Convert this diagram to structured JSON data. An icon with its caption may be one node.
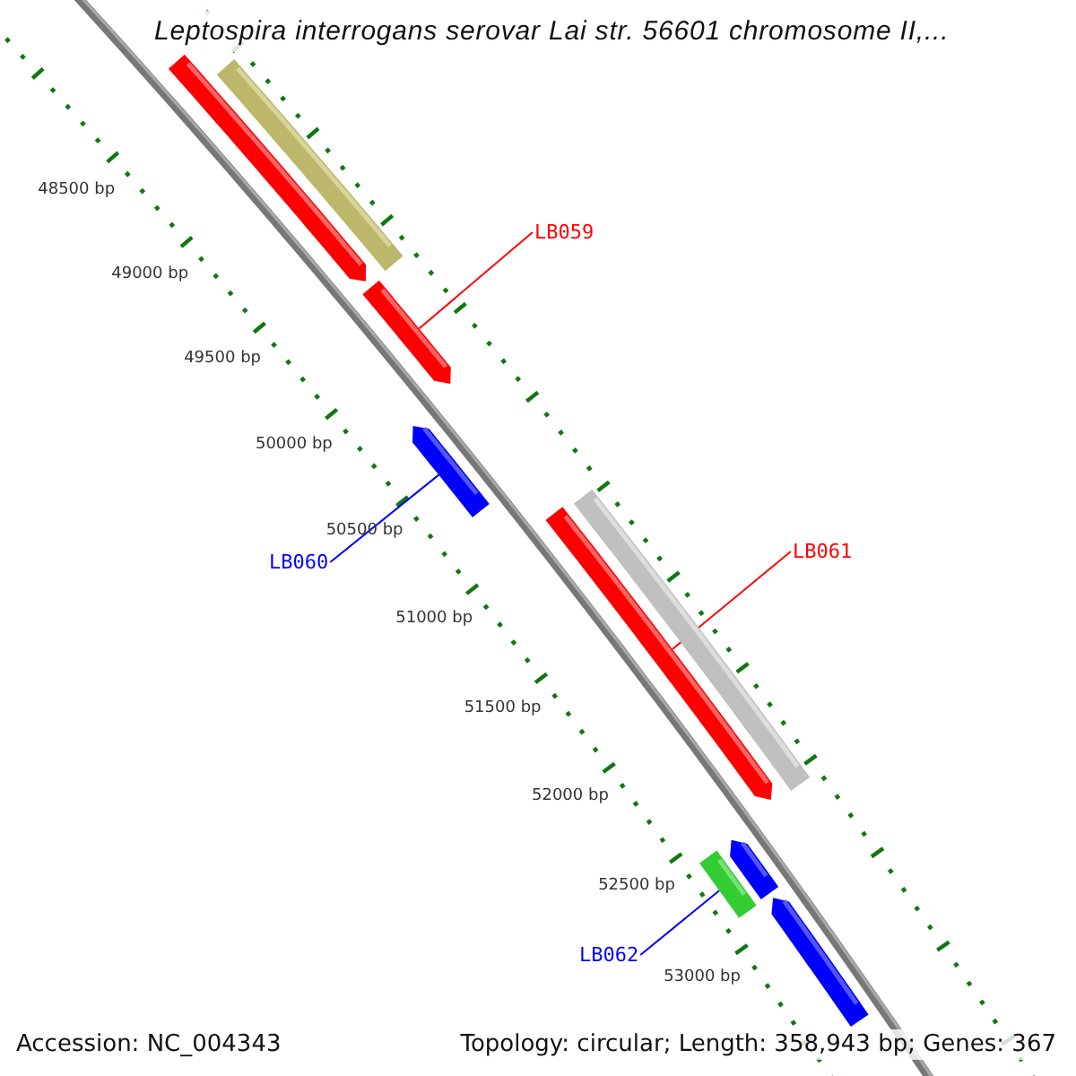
{
  "diagram": {
    "title": "Leptospira interrogans serovar Lai str. 56601 chromosome II,...",
    "nodes": [
      {
        "text": [],
        "shape": "bar"
      },
      {
        "text": [],
        "shape": "bar"
      },
      {
        "text": [],
        "shape": "bar"
      },
      {
        "text": [
          "LB059"
        ]
      },
      {
        "text": [],
        "shape": "bar"
      },
      {
        "text": [
          "LB060"
        ]
      },
      {
        "text": [],
        "shape": "bar"
      },
      {
        "text": [],
        "shape": "bar"
      },
      {
        "text": [
          "LB061"
        ]
      },
      {
        "text": [],
        "shape": "bar"
      },
      {
        "text": [],
        "shape": "bar"
      },
      {
        "text": [
          "LB062"
        ]
      },
      {
        "text": [],
        "shape": "bar"
      }
    ],
    "edges": [
      {
        "from": 3,
        "to": 2,
        "arrow": "none"
      },
      {
        "from": 5,
        "to": 4,
        "arrow": "none",
        "color": "#0000ff"
      },
      {
        "from": 8,
        "to": 6,
        "arrow": "none"
      },
      {
        "from": 11,
        "to": 10,
        "arrow": "none",
        "color": "#0000ff"
      }
    ],
    "labels": [
      "48500 bp",
      "49000 bp",
      "49500 bp",
      "50000 bp",
      "50500 bp",
      "51000 bp",
      "51500 bp",
      "52000 bp",
      "52500 bp",
      "53000 bp",
      "Accession: NC_004343",
      "Topology: circular; Length: 358,943 bp; Genes: 367"
    ]
  }
}
